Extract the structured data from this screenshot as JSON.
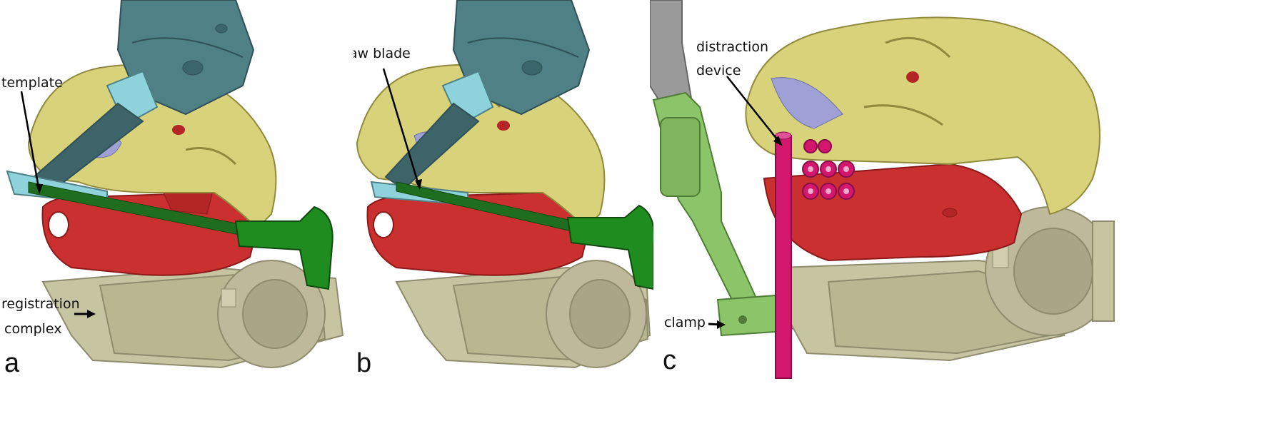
{
  "panels": [
    {
      "letter": "a",
      "callouts": {
        "template": "template",
        "registration_line1": "registration",
        "registration_line2": "complex"
      }
    },
    {
      "letter": "b",
      "callouts": {
        "saw_blade": "saw blade"
      }
    },
    {
      "letter": "c",
      "callouts": {
        "distraction_line1": "distraction",
        "distraction_line2": "device",
        "clamp": "clamp"
      }
    }
  ],
  "colors": {
    "skull": "#d8d27a",
    "mandible": "#c9302f",
    "robot_arm": "#4e8086",
    "template": "#8ed3dc",
    "saw_handle": "#1f8c1f",
    "base": "#c7c4a2",
    "clamp": "#8cc46a",
    "distraction_device": "#d3176f",
    "gray_arm": "#9a9a9a"
  }
}
